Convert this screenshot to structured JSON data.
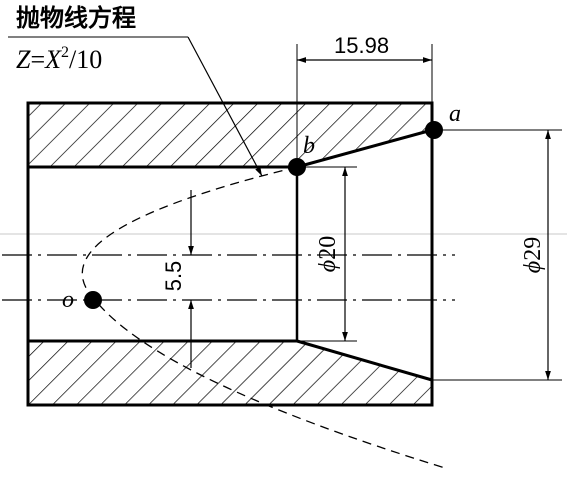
{
  "title": "抛物线方程",
  "equation": {
    "lhs": "Z",
    "eq": "=",
    "var": "X",
    "exp": "2",
    "rest": "/10"
  },
  "dimensions": {
    "length": "15.98",
    "offset": "5.5",
    "inner_diameter": {
      "symbol": "ϕ",
      "value": "20"
    },
    "outer_diameter": {
      "symbol": "ϕ",
      "value": "29"
    }
  },
  "points": {
    "a": "a",
    "b": "b",
    "o": "o"
  }
}
